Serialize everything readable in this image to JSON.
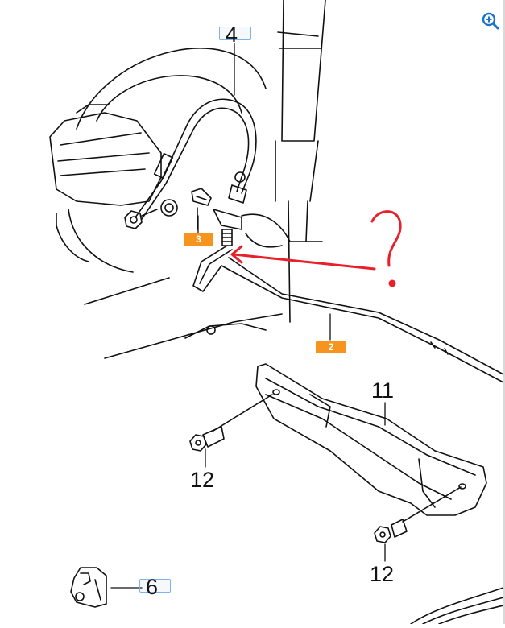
{
  "toolbar": {
    "zoom_icon": "zoom-in-icon"
  },
  "callouts": {
    "c4": "4",
    "c11": "11",
    "c12a": "12",
    "c12b": "12",
    "c6": "6"
  },
  "badges": {
    "b3": "3",
    "b2": "2"
  },
  "annotation": {
    "question_mark": "?",
    "arrow_color": "#e8202a"
  },
  "colors": {
    "badge": "#f7941d",
    "callout_box": "#7fb2e5",
    "line": "#111111"
  }
}
